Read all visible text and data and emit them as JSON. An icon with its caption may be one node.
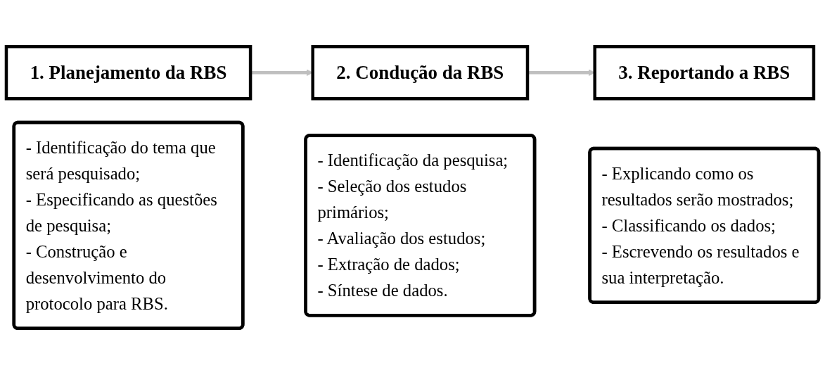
{
  "diagram": {
    "nodes": [
      {
        "text": [
          "1. Planejamento da RBS"
        ]
      },
      {
        "text": [
          "- Identificação do tema que será pesquisado;",
          "- Especificando as questões de pesquisa;",
          "- Construção e desenvolvimento do protocolo para RBS."
        ]
      },
      {
        "text": [
          "2. Condução da RBS"
        ]
      },
      {
        "text": [
          "- Identificação da pesquisa;",
          "- Seleção dos estudos primários;",
          "- Avaliação dos estudos;",
          "- Extração de dados;",
          "- Síntese de dados."
        ]
      },
      {
        "text": [
          "3. Reportando a RBS"
        ]
      },
      {
        "text": [
          "- Explicando como os resultados serão mostrados;",
          "- Classificando os dados;",
          "- Escrevendo os resultados e sua interpretação."
        ]
      }
    ],
    "edges": [
      {
        "from": 0,
        "to": 2,
        "arrow": "to",
        "color": "#bfbfbf"
      },
      {
        "from": 2,
        "to": 4,
        "arrow": "to",
        "color": "#bfbfbf"
      }
    ]
  }
}
